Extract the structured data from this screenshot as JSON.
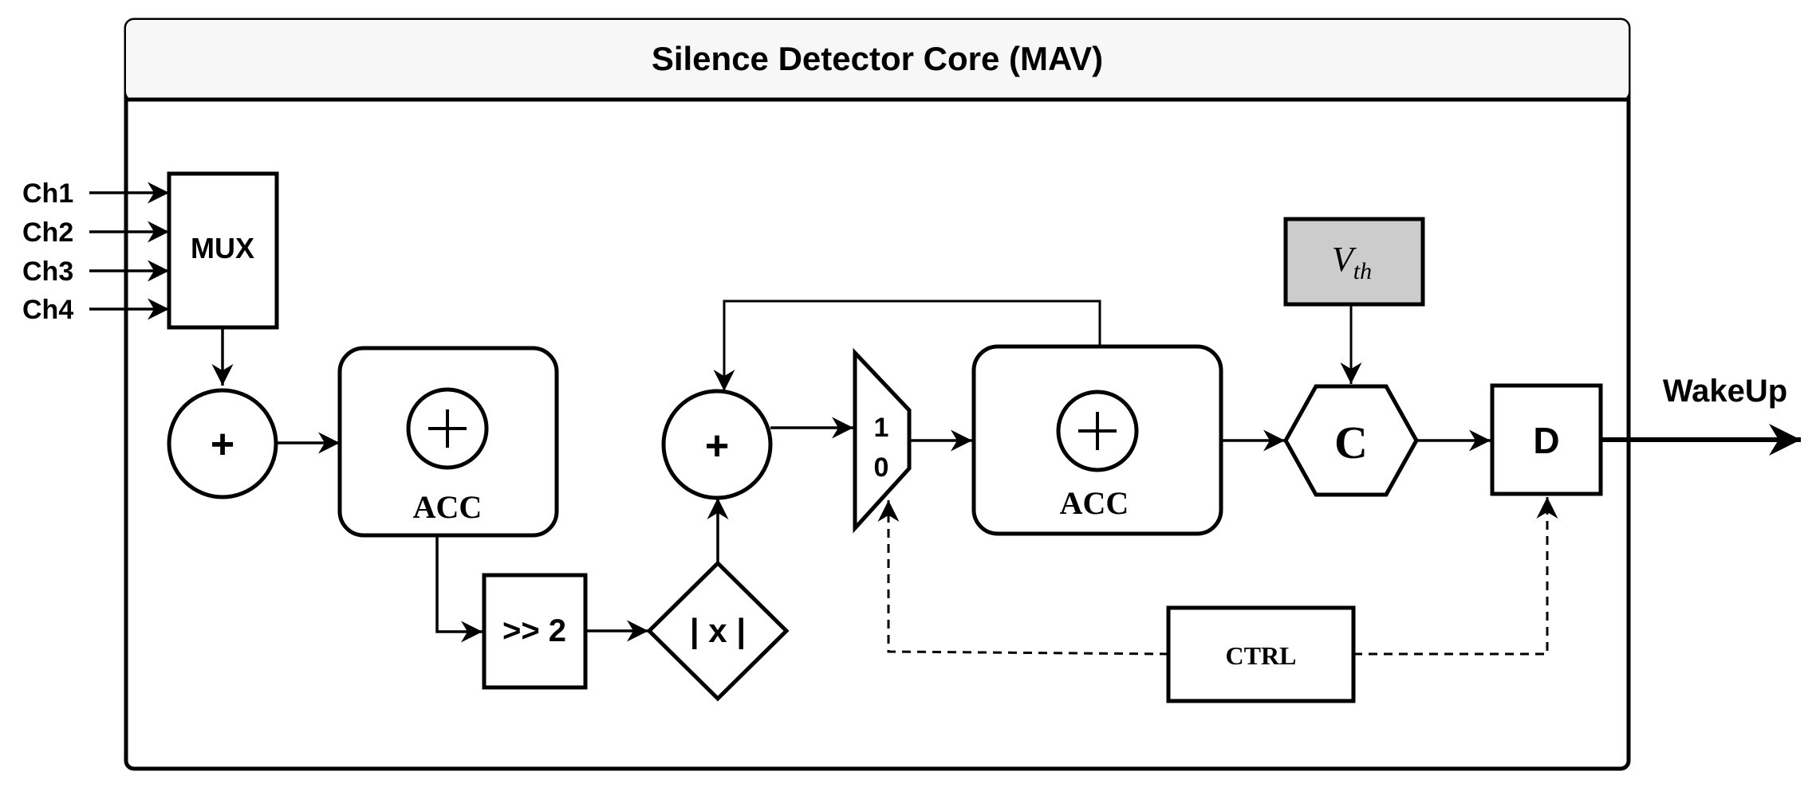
{
  "title": "Silence Detector Core (MAV)",
  "inputs": [
    "Ch1",
    "Ch2",
    "Ch3",
    "Ch4"
  ],
  "blocks": {
    "mux": "MUX",
    "adder": "+",
    "acc": "ACC",
    "shift": ">> 2",
    "abs": "| x |",
    "mux_in_1": "1",
    "mux_in_0": "0",
    "comparator": "C",
    "threshold_base": "V",
    "threshold_sub": "th",
    "dff": "D",
    "ctrl": "CTRL"
  },
  "output": "WakeUp",
  "colors": {
    "line": "#000000",
    "threshold_fill": "#cccccc",
    "background": "#ffffff"
  }
}
